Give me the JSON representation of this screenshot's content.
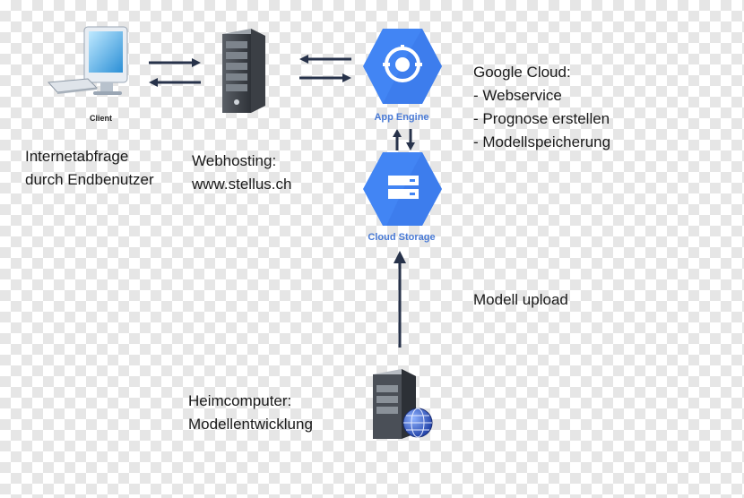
{
  "client": {
    "label": "Client",
    "icon": "client-computer-icon"
  },
  "internet_query": {
    "line1": "Internetabfrage",
    "line2": "durch Endbenutzer"
  },
  "webhosting": {
    "line1": "Webhosting:",
    "line2": "www.stellus.ch",
    "icon": "server-tower-icon"
  },
  "app_engine": {
    "label": "App Engine",
    "icon": "app-engine-icon",
    "color": "#4285f4"
  },
  "cloud_storage": {
    "label": "Cloud Storage",
    "icon": "cloud-storage-icon",
    "color": "#4285f4"
  },
  "google_cloud": {
    "title": "Google Cloud:",
    "items": [
      "- Webservice",
      "- Prognose erstellen",
      "- Modellspeicherung"
    ]
  },
  "model_upload": {
    "label": "Modell upload"
  },
  "home_computer": {
    "line1": "Heimcomputer:",
    "line2": "Modellentwicklung",
    "icon": "home-server-globe-icon"
  },
  "colors": {
    "arrow": "#27324a",
    "accent_blue": "#4285f4",
    "label_blue": "#4a7bd6"
  }
}
